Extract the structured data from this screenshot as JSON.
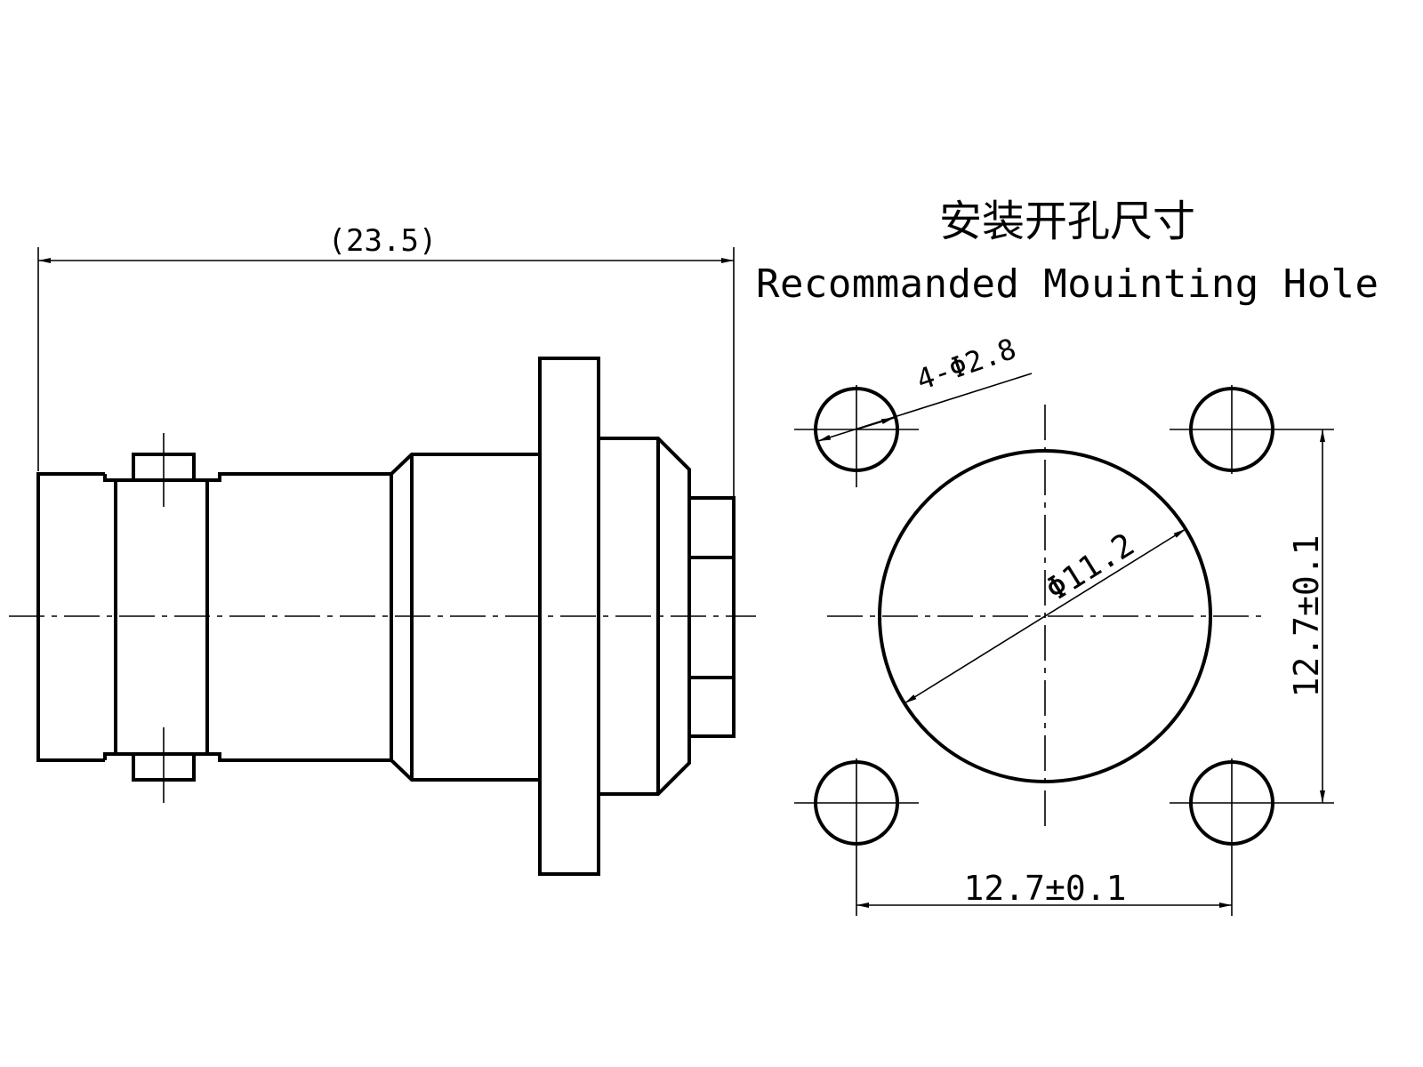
{
  "labels": {
    "overall_length": "(23.5)",
    "title_cn": "安装开孔尺寸",
    "title_en": "Recommanded Mouinting Hole",
    "hole_callout": "4-Φ2.8",
    "center_hole": "Φ11.2",
    "vertical_spacing": "12.7±0.1",
    "horizontal_spacing": "12.7±0.1"
  }
}
